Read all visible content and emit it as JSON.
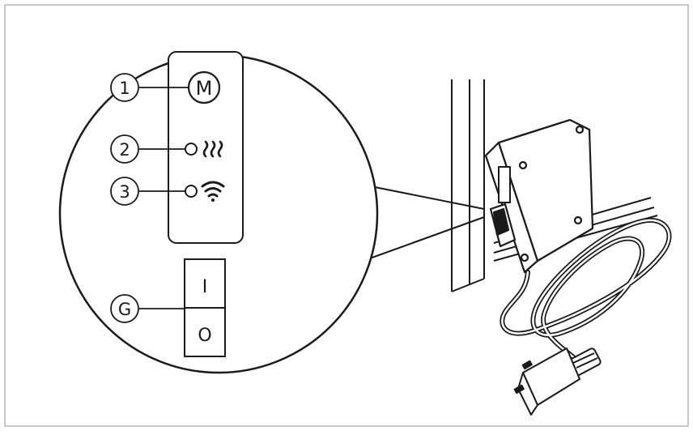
{
  "callouts": {
    "c1": "1",
    "c2": "2",
    "c3": "3",
    "cg": "G"
  },
  "panel": {
    "mode_button_label": "M"
  },
  "rocker_switch": {
    "on_label": "I",
    "off_label": "O"
  },
  "colors": {
    "line": "#1a1a1a",
    "frame_border": "#b5b5b5",
    "device_fill": "#ffffff"
  },
  "icons": {
    "heating": "heat-waves-icon",
    "wifi": "wifi-icon"
  }
}
